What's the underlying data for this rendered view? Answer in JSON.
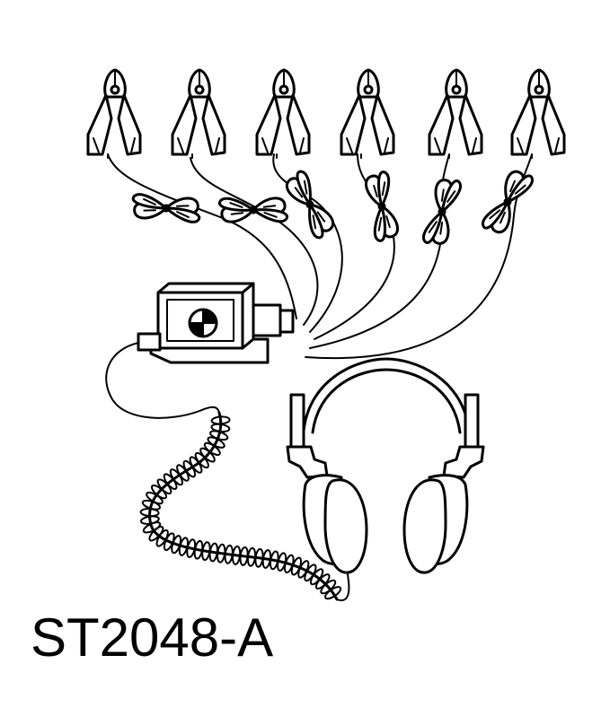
{
  "label": {
    "part_number": "ST2048-A"
  },
  "figure": {
    "alligator_clip_count": 6,
    "tape_marker_count": 6,
    "ink_color": "#000000",
    "background_color": "#ffffff",
    "icons": [
      "alligator-clip-icon",
      "tape-marker-icon",
      "amplifier-box-icon",
      "coiled-cord-icon",
      "headphones-icon"
    ]
  }
}
